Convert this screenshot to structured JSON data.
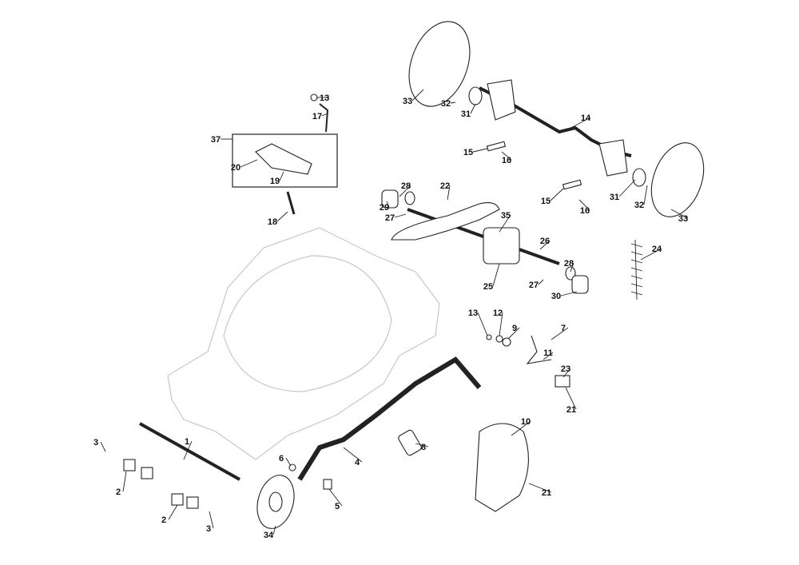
{
  "diagram": {
    "type": "exploded parts diagram",
    "callouts": [
      {
        "id": "c13a",
        "text": "13"
      },
      {
        "id": "c17",
        "text": "17"
      },
      {
        "id": "c37",
        "text": "37"
      },
      {
        "id": "c20",
        "text": "20"
      },
      {
        "id": "c19",
        "text": "19"
      },
      {
        "id": "c18",
        "text": "18"
      },
      {
        "id": "c33a",
        "text": "33"
      },
      {
        "id": "c32a",
        "text": "32"
      },
      {
        "id": "c31a",
        "text": "31"
      },
      {
        "id": "c14",
        "text": "14"
      },
      {
        "id": "c15a",
        "text": "15"
      },
      {
        "id": "c16a",
        "text": "16"
      },
      {
        "id": "c22",
        "text": "22"
      },
      {
        "id": "c28a",
        "text": "28"
      },
      {
        "id": "c29",
        "text": "29"
      },
      {
        "id": "c27a",
        "text": "27"
      },
      {
        "id": "c35",
        "text": "35"
      },
      {
        "id": "c26",
        "text": "26"
      },
      {
        "id": "c15b",
        "text": "15"
      },
      {
        "id": "c16b",
        "text": "16"
      },
      {
        "id": "c31b",
        "text": "31"
      },
      {
        "id": "c32b",
        "text": "32"
      },
      {
        "id": "c33b",
        "text": "33"
      },
      {
        "id": "c24",
        "text": "24"
      },
      {
        "id": "c28b",
        "text": "28"
      },
      {
        "id": "c27b",
        "text": "27"
      },
      {
        "id": "c25",
        "text": "25"
      },
      {
        "id": "c30",
        "text": "30"
      },
      {
        "id": "c13b",
        "text": "13"
      },
      {
        "id": "c12",
        "text": "12"
      },
      {
        "id": "c9",
        "text": "9"
      },
      {
        "id": "c7",
        "text": "7"
      },
      {
        "id": "c11",
        "text": "11"
      },
      {
        "id": "c23",
        "text": "23"
      },
      {
        "id": "c21a",
        "text": "21"
      },
      {
        "id": "c10",
        "text": "10"
      },
      {
        "id": "c1",
        "text": "1"
      },
      {
        "id": "c3a",
        "text": "3"
      },
      {
        "id": "c6",
        "text": "6"
      },
      {
        "id": "c8",
        "text": "8"
      },
      {
        "id": "c4",
        "text": "4"
      },
      {
        "id": "c2a",
        "text": "2"
      },
      {
        "id": "c5",
        "text": "5"
      },
      {
        "id": "c21b",
        "text": "21"
      },
      {
        "id": "c2b",
        "text": "2"
      },
      {
        "id": "c3b",
        "text": "3"
      },
      {
        "id": "c34",
        "text": "34"
      }
    ]
  }
}
